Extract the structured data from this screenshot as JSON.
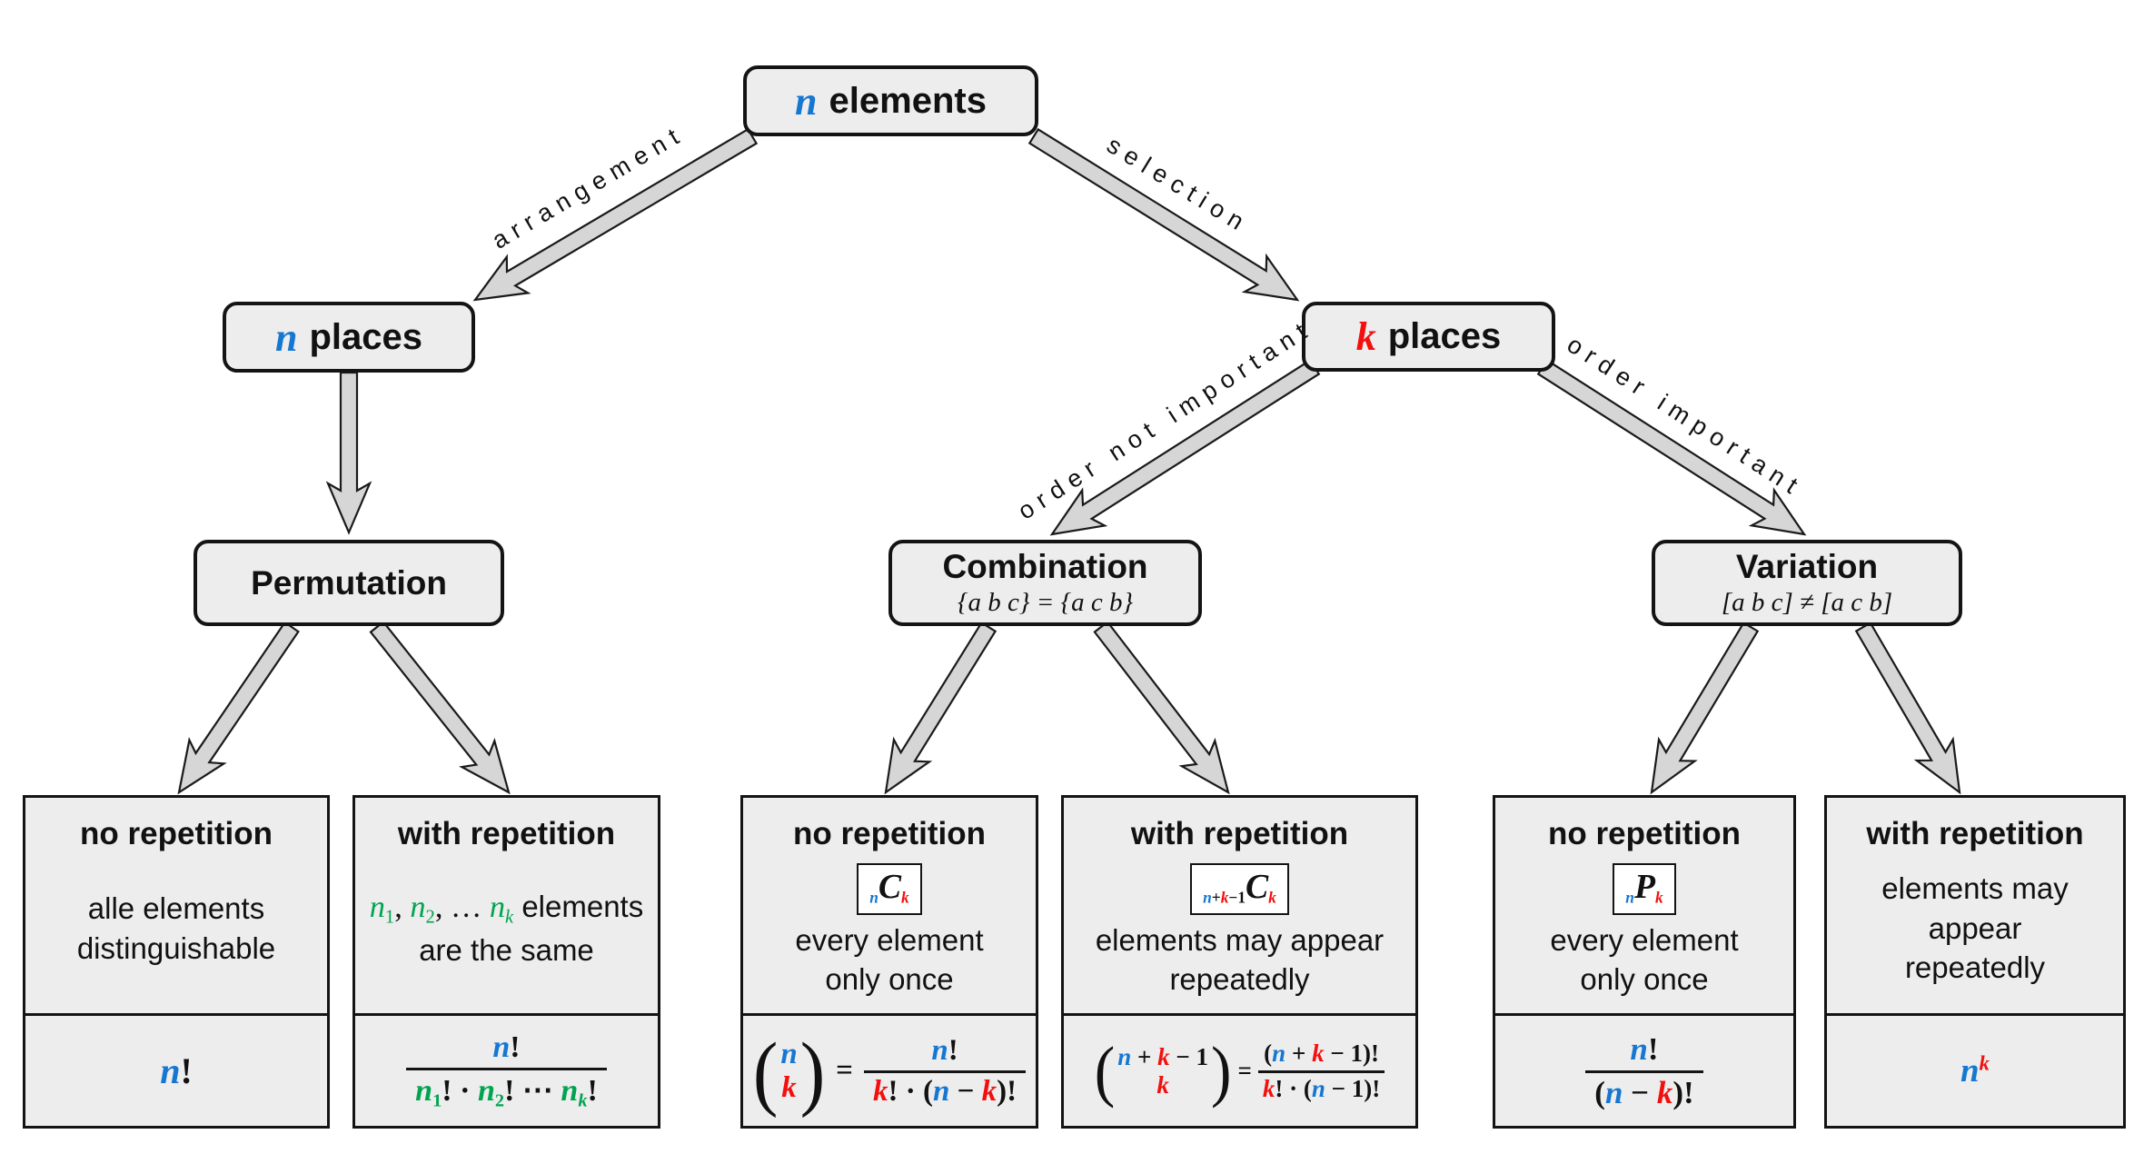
{
  "colors": {
    "n_accent": "#1677d2",
    "k_accent": "#f40f0f",
    "group_accent": "#00a44f",
    "box_fill": "#ededed",
    "arrow_fill": "#d6d6d6"
  },
  "nodes": {
    "root": {
      "var": "n",
      "label": "elements"
    },
    "n_places": {
      "var": "n",
      "label": "places"
    },
    "k_places": {
      "var": "k",
      "label": "places"
    },
    "permutation": {
      "title": "Permutation"
    },
    "combination": {
      "title": "Combination",
      "subtitle": "{a b c} = {a c b}"
    },
    "variation": {
      "title": "Variation",
      "subtitle": "[a b c] ≠ [a c b]"
    }
  },
  "edges": {
    "arrangement": "arrangement",
    "selection": "selection",
    "order_not_important": "order not important",
    "order_important": "order important"
  },
  "leaves": [
    {
      "header": "no repetition",
      "desc_line1": "alle elements",
      "desc_line2": "distinguishable",
      "formula": {
        "main": [
          {
            "t": "n",
            "s": "v b"
          },
          {
            "t": "!"
          }
        ]
      }
    },
    {
      "header": "with repetition",
      "desc_math": [
        {
          "t": "n",
          "s": "v g"
        },
        {
          "t": "1",
          "s": "sub g"
        },
        {
          "t": ", "
        },
        {
          "t": "n",
          "s": "v g"
        },
        {
          "t": "2",
          "s": "sub g"
        },
        {
          "t": ", … "
        },
        {
          "t": "n",
          "s": "v g"
        },
        {
          "t": "k",
          "s": "sub g v"
        }
      ],
      "desc_rest": " elements",
      "desc_line2": "are the same",
      "formula": {
        "num": [
          {
            "t": "n",
            "s": "v b"
          },
          {
            "t": "!"
          }
        ],
        "den": [
          {
            "t": "n",
            "s": "v g"
          },
          {
            "t": "1",
            "s": "sub g"
          },
          {
            "t": "!"
          },
          {
            "t": " · "
          },
          {
            "t": "n",
            "s": "v g"
          },
          {
            "t": "2",
            "s": "sub g"
          },
          {
            "t": "!"
          },
          {
            "t": " ⋯ "
          },
          {
            "t": "n",
            "s": "v g"
          },
          {
            "t": "k",
            "s": "sub g v"
          },
          {
            "t": "!"
          }
        ]
      }
    },
    {
      "header": "no repetition",
      "badge": [
        {
          "t": "n",
          "s": "v b sub"
        },
        {
          "t": "C",
          "s": "big v"
        },
        {
          "t": "k",
          "s": "v r sub"
        }
      ],
      "desc_line1": "every element",
      "desc_line2": "only once",
      "formula": {
        "lp": "(",
        "rp": ")",
        "eq": "=",
        "top": [
          {
            "t": "n",
            "s": "v b"
          }
        ],
        "bot": [
          {
            "t": "k",
            "s": "v r"
          }
        ],
        "num": [
          {
            "t": "n",
            "s": "v b"
          },
          {
            "t": "!"
          }
        ],
        "den": [
          {
            "t": "k",
            "s": "v r"
          },
          {
            "t": "!"
          },
          {
            "t": " · ("
          },
          {
            "t": "n",
            "s": "v b"
          },
          {
            "t": " − "
          },
          {
            "t": "k",
            "s": "v r"
          },
          {
            "t": ")!"
          }
        ]
      }
    },
    {
      "header": "with repetition",
      "badge": [
        {
          "t": "n",
          "s": "v b sub"
        },
        {
          "t": "+",
          "s": "sub"
        },
        {
          "t": "k",
          "s": "v r sub"
        },
        {
          "t": "−1",
          "s": "sub"
        },
        {
          "t": "C",
          "s": "big v"
        },
        {
          "t": "k",
          "s": "v r sub"
        }
      ],
      "desc_line1": "elements may appear",
      "desc_line2": "repeatedly",
      "formula": {
        "lp": "(",
        "rp": ")",
        "eq": "=",
        "top": [
          {
            "t": "n",
            "s": "v b"
          },
          {
            "t": " + "
          },
          {
            "t": "k",
            "s": "v r"
          },
          {
            "t": " − 1"
          }
        ],
        "bot": [
          {
            "t": "k",
            "s": "v r"
          }
        ],
        "num": [
          {
            "t": "("
          },
          {
            "t": "n",
            "s": "v b"
          },
          {
            "t": " + "
          },
          {
            "t": "k",
            "s": "v r"
          },
          {
            "t": " − 1"
          },
          {
            "t": ")!"
          }
        ],
        "den": [
          {
            "t": "k",
            "s": "v r"
          },
          {
            "t": "!"
          },
          {
            "t": " · ("
          },
          {
            "t": "n",
            "s": "v b"
          },
          {
            "t": " − 1"
          },
          {
            "t": ")!"
          }
        ]
      }
    },
    {
      "header": "no repetition",
      "badge": [
        {
          "t": "n",
          "s": "v b sub"
        },
        {
          "t": "P",
          "s": "big v"
        },
        {
          "t": "k",
          "s": "v r sub"
        }
      ],
      "desc_line1": "every element",
      "desc_line2": "only once",
      "formula": {
        "num": [
          {
            "t": "n",
            "s": "v b"
          },
          {
            "t": "!"
          }
        ],
        "den": [
          {
            "t": "("
          },
          {
            "t": "n",
            "s": "v b"
          },
          {
            "t": " − "
          },
          {
            "t": "k",
            "s": "v r"
          },
          {
            "t": ")!"
          }
        ]
      }
    },
    {
      "header": "with repetition",
      "desc_line1": "elements may appear",
      "desc_line2": "repeatedly",
      "formula": {
        "main": [
          {
            "t": "n",
            "s": "v b"
          },
          {
            "t": "k",
            "s": "v r sup"
          }
        ]
      }
    }
  ]
}
